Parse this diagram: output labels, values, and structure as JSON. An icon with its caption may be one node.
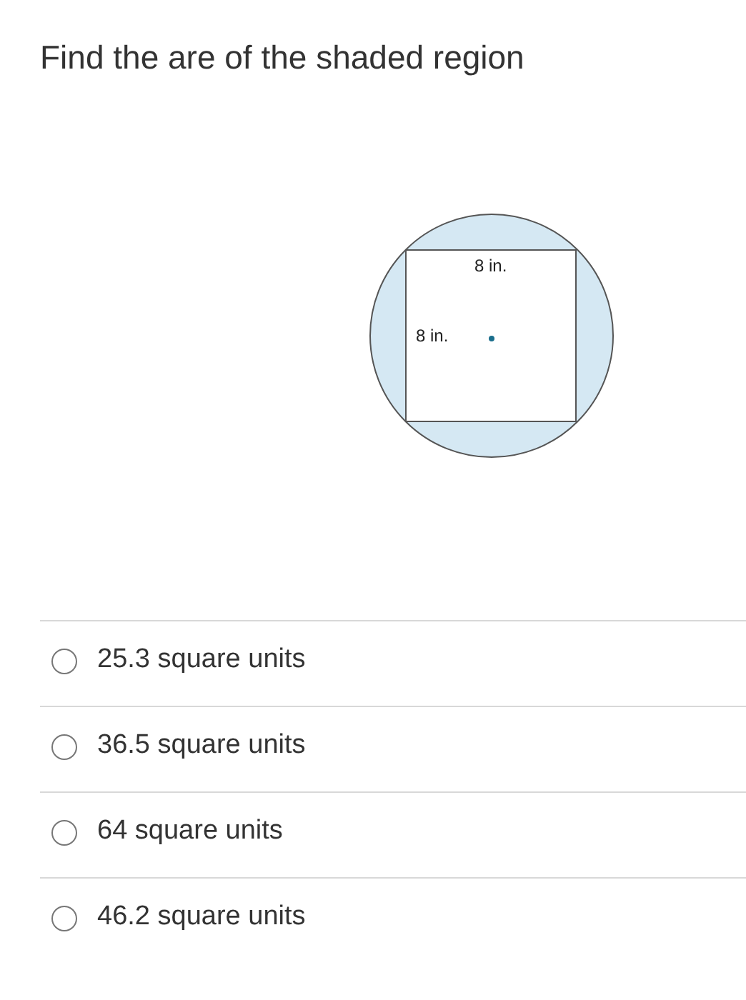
{
  "diagram": {
    "title": "Find the are of the shaded region",
    "labels": [
      "8 in.",
      "8 in.",
      "25.3 square units",
      "36.5 square units",
      "64 square units",
      "46.2 square units"
    ]
  }
}
